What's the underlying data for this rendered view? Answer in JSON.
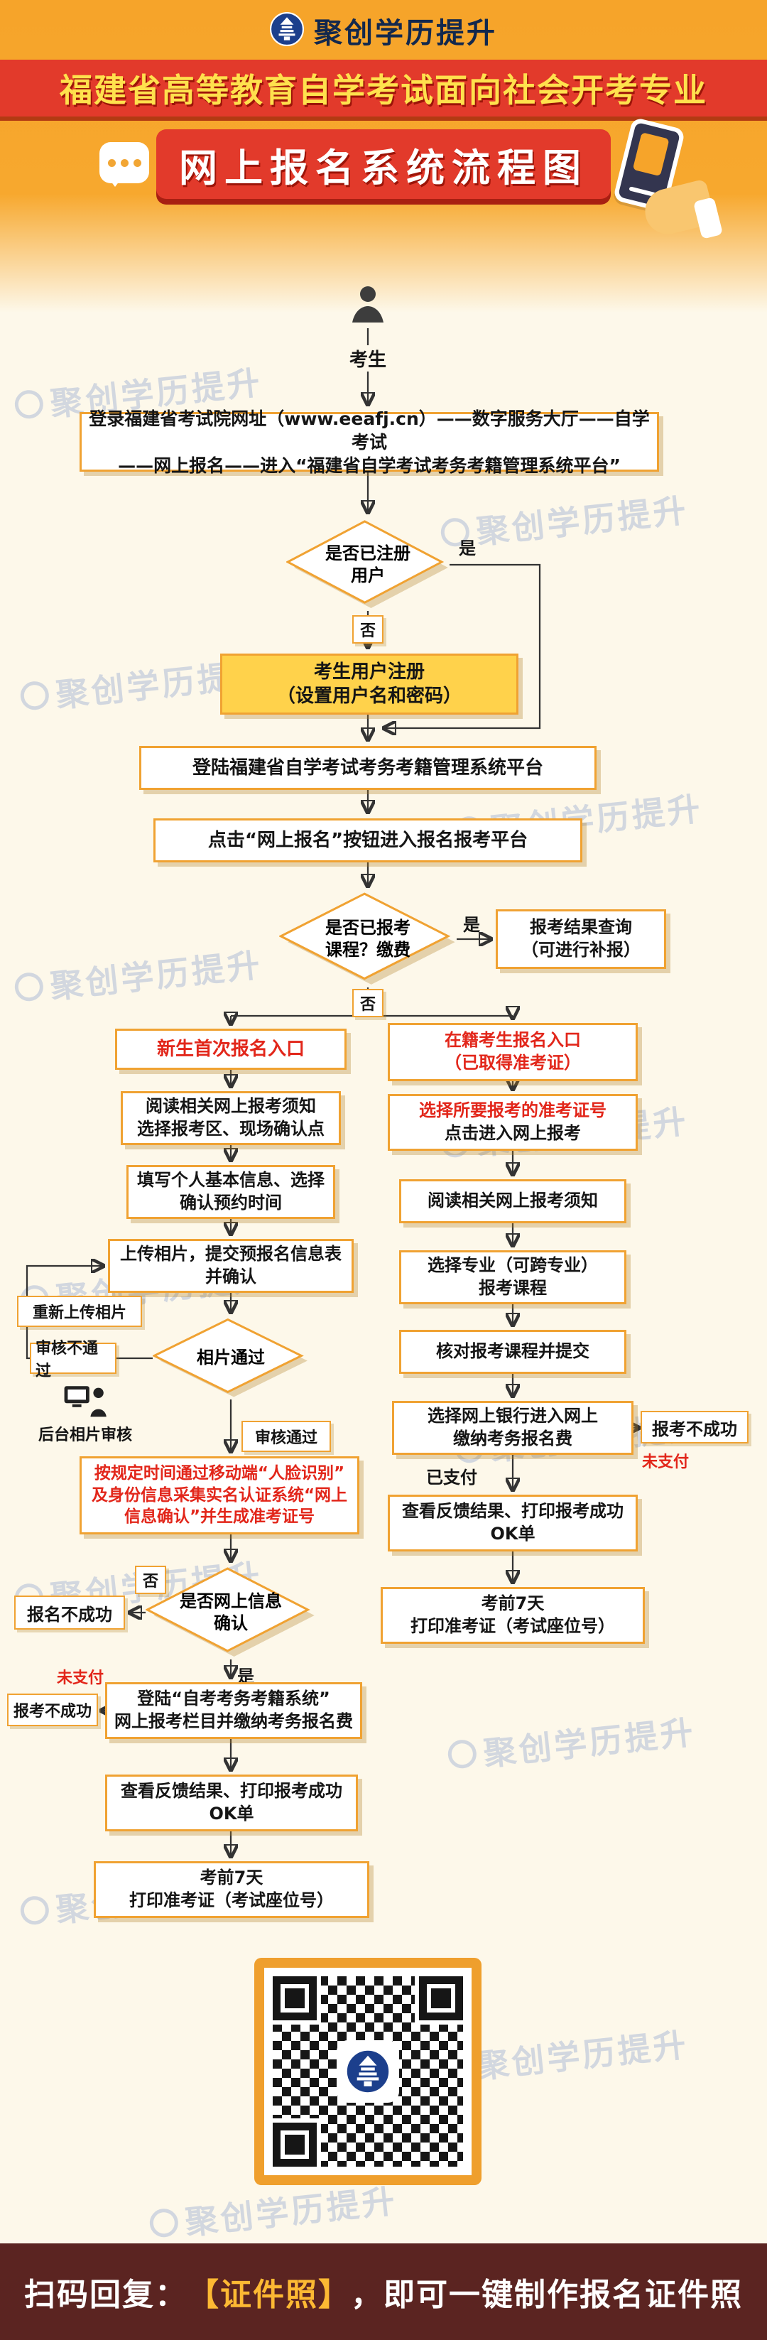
{
  "header": {
    "brand": "聚创学历提升",
    "title_line1": "福建省高等教育自学考试面向社会开考专业",
    "title_line2": "网上报名系统流程图"
  },
  "watermark": "聚创学历提升",
  "flow": {
    "actor": "考生",
    "login": "登录福建省考试院网址（www.eeafj.cn）——数字服务大厅——自学考试\n——网上报名——进入“福建省自学考试考务考籍管理系统平台”",
    "d_registered": "是否已注册\n用户",
    "yes": "是",
    "no": "否",
    "register": "考生用户注册\n（设置用户名和密码）",
    "login_platform": "登陆福建省自学考试考务考籍管理系统平台",
    "click_signup": "点击“网上报名”按钮进入报名报考平台",
    "d_enrolled": "是否已报考\n课程？缴费",
    "result_query": "报考结果查询\n（可进行补报）",
    "left": {
      "entry": "新生首次报名入口",
      "read_notice": "阅读相关网上报考须知\n选择报考区、现场确认点",
      "fill_info": "填写个人基本信息、选择\n确认预约时间",
      "upload_photo": "上传相片，提交预报名信息表\n并确认",
      "d_photo": "相片通过",
      "review_fail": "审核不通过",
      "reupload": "重新上传相片",
      "backend_review": "后台相片审核",
      "review_pass": "审核通过",
      "online_confirm": "按规定时间通过移动端“人脸识别”\n及身份信息采集实名认证系统“网上\n信息确认”并生成准考证号",
      "d_confirm": "是否网上信息\n确认",
      "fail_signup": "报名不成功",
      "pay": "登陆“自考考务考籍系统”\n网上报考栏目并缴纳考务报名费",
      "unpaid": "未支付",
      "fail_enroll": "报考不成功",
      "feedback": "查看反馈结果、打印报考成功\nOK单",
      "print_ticket": "考前7天\n打印准考证（考试座位号）"
    },
    "right": {
      "entry": "在籍考生报名入口\n（已取得准考证）",
      "select_ticket_red": "选择所要报考的准考证号",
      "select_ticket_black": "点击进入网上报考",
      "read_notice": "阅读相关网上报考须知",
      "choose_major": "选择专业（可跨专业）\n报考课程",
      "verify_submit": "核对报考课程并提交",
      "bank_pay": "选择网上银行进入网上\n缴纳考务报名费",
      "fail_enroll": "报考不成功",
      "unpaid": "未支付",
      "paid": "已支付",
      "feedback": "查看反馈结果、打印报考成功\nOK单",
      "print_ticket": "考前7天\n打印准考证（考试座位号）"
    }
  },
  "footer": {
    "prefix": "扫码回复：",
    "highlight": "【证件照】",
    "suffix": "，即可一键制作报名证件照"
  }
}
